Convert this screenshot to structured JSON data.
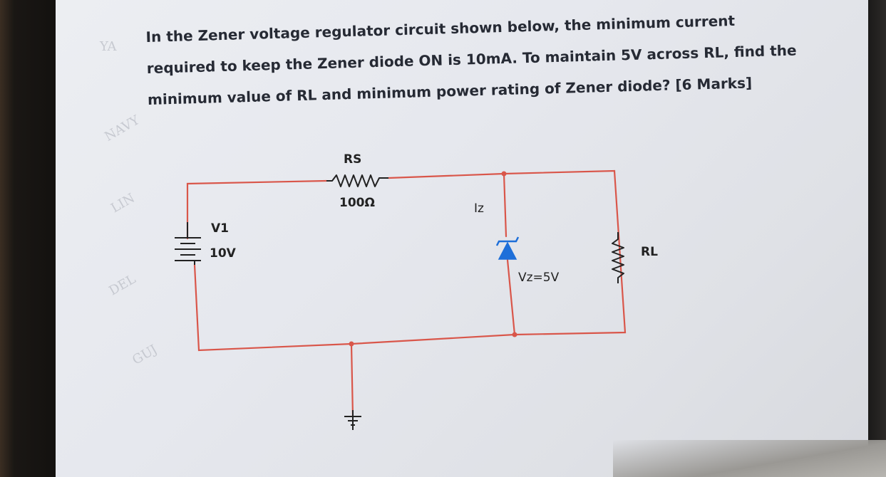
{
  "question": {
    "lines": [
      "In the Zener voltage regulator circuit shown below, the minimum current",
      "required to keep the Zener diode ON is 10mA. To maintain 5V across RL, find the",
      "minimum value of RL and minimum power rating of Zener diode?    [6 Marks]"
    ]
  },
  "circuit": {
    "source": {
      "name": "V1",
      "value": "10V"
    },
    "series_resistor": {
      "name": "RS",
      "value": "100Ω"
    },
    "zener": {
      "current_label": "Iz",
      "voltage_label": "Vz=5V"
    },
    "load_resistor": {
      "name": "RL"
    }
  },
  "colors": {
    "wire": "#d9564a",
    "diode": "#1e6fd9",
    "text": "#262a34"
  }
}
